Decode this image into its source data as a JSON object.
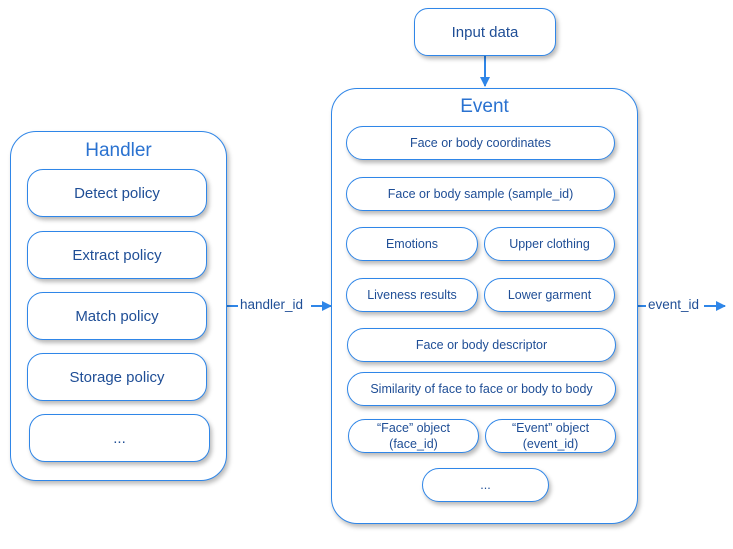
{
  "input_box": {
    "label": "Input data"
  },
  "handler": {
    "title": "Handler",
    "policies": [
      "Detect policy",
      "Extract policy",
      "Match policy",
      "Storage policy",
      "..."
    ]
  },
  "event": {
    "title": "Event",
    "items": {
      "coordinates": "Face or body coordinates",
      "sample": "Face or body sample (sample_id)",
      "emotions": "Emotions",
      "upper_clothing": "Upper clothing",
      "liveness": "Liveness results",
      "lower_garment": "Lower garment",
      "descriptor": "Face or body descriptor",
      "similarity": "Similarity of face to face or body to body",
      "face_object_line1": "“Face” object",
      "face_object_line2": "(face_id)",
      "event_object_line1": "“Event” object",
      "event_object_line2": "(event_id)",
      "more": "..."
    }
  },
  "connectors": {
    "handler_label": "handler_id",
    "event_label": "event_id"
  },
  "colors": {
    "border": "#2f86e8",
    "text": "#1f4e96",
    "title": "#2a72d0"
  }
}
